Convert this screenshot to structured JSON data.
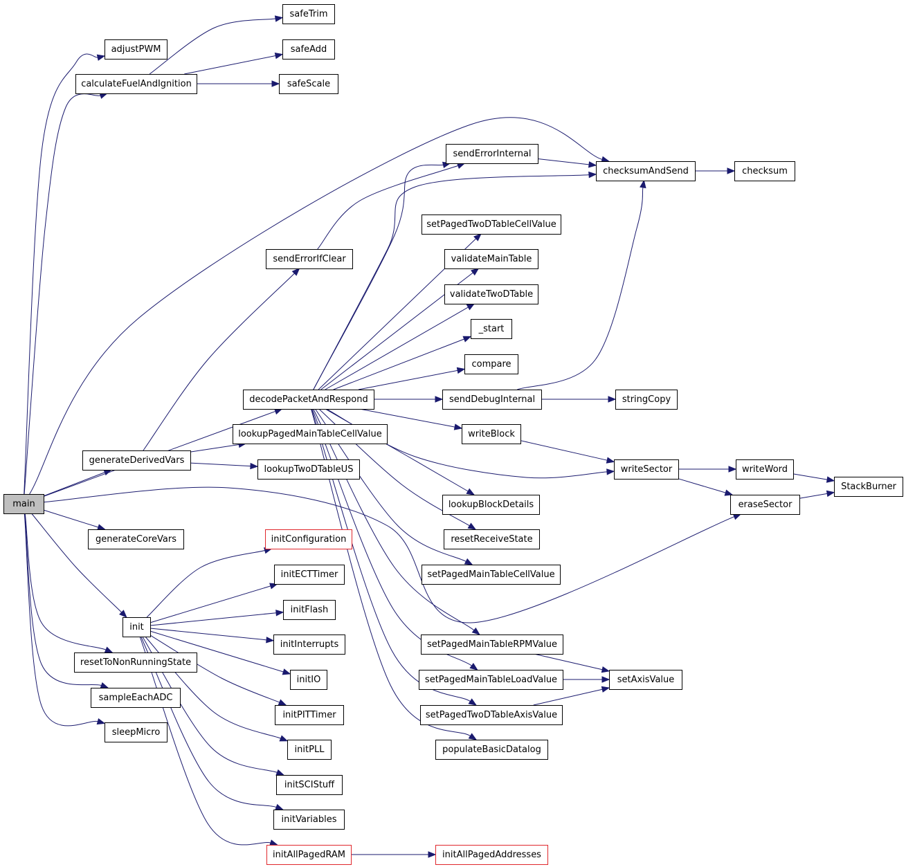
{
  "graph": {
    "colors": {
      "edge": "#1a1a6e",
      "truncated_border": "#e0262b",
      "root_fill": "#bfbfbf"
    },
    "nodes": {
      "main": {
        "label": "main",
        "root": true
      },
      "adjustPWM": {
        "label": "adjustPWM"
      },
      "calculateFuelAndIgnition": {
        "label": "calculateFuelAndIgnition"
      },
      "safeTrim": {
        "label": "safeTrim"
      },
      "safeAdd": {
        "label": "safeAdd"
      },
      "safeScale": {
        "label": "safeScale"
      },
      "sendErrorInternal": {
        "label": "sendErrorInternal"
      },
      "checksumAndSend": {
        "label": "checksumAndSend"
      },
      "checksum": {
        "label": "checksum"
      },
      "setPagedTwoDTableCellValue": {
        "label": "setPagedTwoDTableCellValue"
      },
      "sendErrorIfClear": {
        "label": "sendErrorIfClear"
      },
      "validateMainTable": {
        "label": "validateMainTable"
      },
      "validateTwoDTable": {
        "label": "validateTwoDTable"
      },
      "_start": {
        "label": "_start"
      },
      "compare": {
        "label": "compare"
      },
      "decodePacketAndRespond": {
        "label": "decodePacketAndRespond"
      },
      "sendDebugInternal": {
        "label": "sendDebugInternal"
      },
      "stringCopy": {
        "label": "stringCopy"
      },
      "lookupPagedMainTableCellValue": {
        "label": "lookupPagedMainTableCellValue"
      },
      "writeBlock": {
        "label": "writeBlock"
      },
      "generateDerivedVars": {
        "label": "generateDerivedVars"
      },
      "lookupTwoDTableUS": {
        "label": "lookupTwoDTableUS"
      },
      "writeSector": {
        "label": "writeSector"
      },
      "writeWord": {
        "label": "writeWord"
      },
      "StackBurner": {
        "label": "StackBurner"
      },
      "eraseSector": {
        "label": "eraseSector"
      },
      "lookupBlockDetails": {
        "label": "lookupBlockDetails"
      },
      "generateCoreVars": {
        "label": "generateCoreVars"
      },
      "initConfiguration": {
        "label": "initConfiguration",
        "truncated": true
      },
      "resetReceiveState": {
        "label": "resetReceiveState"
      },
      "initECTTimer": {
        "label": "initECTTimer"
      },
      "setPagedMainTableCellValue": {
        "label": "setPagedMainTableCellValue"
      },
      "initFlash": {
        "label": "initFlash"
      },
      "init": {
        "label": "init"
      },
      "initInterrupts": {
        "label": "initInterrupts"
      },
      "setPagedMainTableRPMValue": {
        "label": "setPagedMainTableRPMValue"
      },
      "resetToNonRunningState": {
        "label": "resetToNonRunningState"
      },
      "initIO": {
        "label": "initIO"
      },
      "setPagedMainTableLoadValue": {
        "label": "setPagedMainTableLoadValue"
      },
      "setAxisValue": {
        "label": "setAxisValue"
      },
      "sampleEachADC": {
        "label": "sampleEachADC"
      },
      "initPITTimer": {
        "label": "initPITTimer"
      },
      "setPagedTwoDTableAxisValue": {
        "label": "setPagedTwoDTableAxisValue"
      },
      "sleepMicro": {
        "label": "sleepMicro"
      },
      "initPLL": {
        "label": "initPLL"
      },
      "populateBasicDatalog": {
        "label": "populateBasicDatalog"
      },
      "initSCIStuff": {
        "label": "initSCIStuff"
      },
      "initVariables": {
        "label": "initVariables"
      },
      "initAllPagedRAM": {
        "label": "initAllPagedRAM",
        "truncated": true
      },
      "initAllPagedAddresses": {
        "label": "initAllPagedAddresses",
        "truncated": true
      }
    },
    "edges": [
      [
        "main",
        "adjustPWM"
      ],
      [
        "main",
        "calculateFuelAndIgnition"
      ],
      [
        "main",
        "checksumAndSend"
      ],
      [
        "main",
        "decodePacketAndRespond"
      ],
      [
        "main",
        "generateDerivedVars"
      ],
      [
        "main",
        "eraseSector"
      ],
      [
        "main",
        "generateCoreVars"
      ],
      [
        "main",
        "init"
      ],
      [
        "main",
        "resetToNonRunningState"
      ],
      [
        "main",
        "sampleEachADC"
      ],
      [
        "main",
        "sleepMicro"
      ],
      [
        "calculateFuelAndIgnition",
        "safeTrim"
      ],
      [
        "calculateFuelAndIgnition",
        "safeAdd"
      ],
      [
        "calculateFuelAndIgnition",
        "safeScale"
      ],
      [
        "sendErrorInternal",
        "checksumAndSend"
      ],
      [
        "checksumAndSend",
        "checksum"
      ],
      [
        "sendErrorIfClear",
        "sendErrorInternal"
      ],
      [
        "generateDerivedVars",
        "sendErrorIfClear"
      ],
      [
        "generateDerivedVars",
        "lookupPagedMainTableCellValue"
      ],
      [
        "generateDerivedVars",
        "lookupTwoDTableUS"
      ],
      [
        "decodePacketAndRespond",
        "sendErrorInternal"
      ],
      [
        "decodePacketAndRespond",
        "checksumAndSend"
      ],
      [
        "decodePacketAndRespond",
        "setPagedTwoDTableCellValue"
      ],
      [
        "decodePacketAndRespond",
        "validateMainTable"
      ],
      [
        "decodePacketAndRespond",
        "validateTwoDTable"
      ],
      [
        "decodePacketAndRespond",
        "_start"
      ],
      [
        "decodePacketAndRespond",
        "compare"
      ],
      [
        "decodePacketAndRespond",
        "sendDebugInternal"
      ],
      [
        "decodePacketAndRespond",
        "writeBlock"
      ],
      [
        "decodePacketAndRespond",
        "writeSector"
      ],
      [
        "decodePacketAndRespond",
        "lookupBlockDetails"
      ],
      [
        "decodePacketAndRespond",
        "resetReceiveState"
      ],
      [
        "decodePacketAndRespond",
        "setPagedMainTableCellValue"
      ],
      [
        "decodePacketAndRespond",
        "setPagedMainTableRPMValue"
      ],
      [
        "decodePacketAndRespond",
        "setPagedMainTableLoadValue"
      ],
      [
        "decodePacketAndRespond",
        "setPagedTwoDTableAxisValue"
      ],
      [
        "decodePacketAndRespond",
        "populateBasicDatalog"
      ],
      [
        "sendDebugInternal",
        "checksumAndSend"
      ],
      [
        "sendDebugInternal",
        "stringCopy"
      ],
      [
        "writeBlock",
        "writeSector"
      ],
      [
        "writeSector",
        "writeWord"
      ],
      [
        "writeSector",
        "eraseSector"
      ],
      [
        "writeWord",
        "StackBurner"
      ],
      [
        "eraseSector",
        "StackBurner"
      ],
      [
        "setPagedMainTableRPMValue",
        "setAxisValue"
      ],
      [
        "setPagedMainTableLoadValue",
        "setAxisValue"
      ],
      [
        "setPagedTwoDTableAxisValue",
        "setAxisValue"
      ],
      [
        "init",
        "initConfiguration"
      ],
      [
        "init",
        "initECTTimer"
      ],
      [
        "init",
        "initFlash"
      ],
      [
        "init",
        "initInterrupts"
      ],
      [
        "init",
        "initIO"
      ],
      [
        "init",
        "initPITTimer"
      ],
      [
        "init",
        "initPLL"
      ],
      [
        "init",
        "initSCIStuff"
      ],
      [
        "init",
        "initVariables"
      ],
      [
        "init",
        "initAllPagedRAM"
      ],
      [
        "initAllPagedRAM",
        "initAllPagedAddresses"
      ]
    ]
  }
}
